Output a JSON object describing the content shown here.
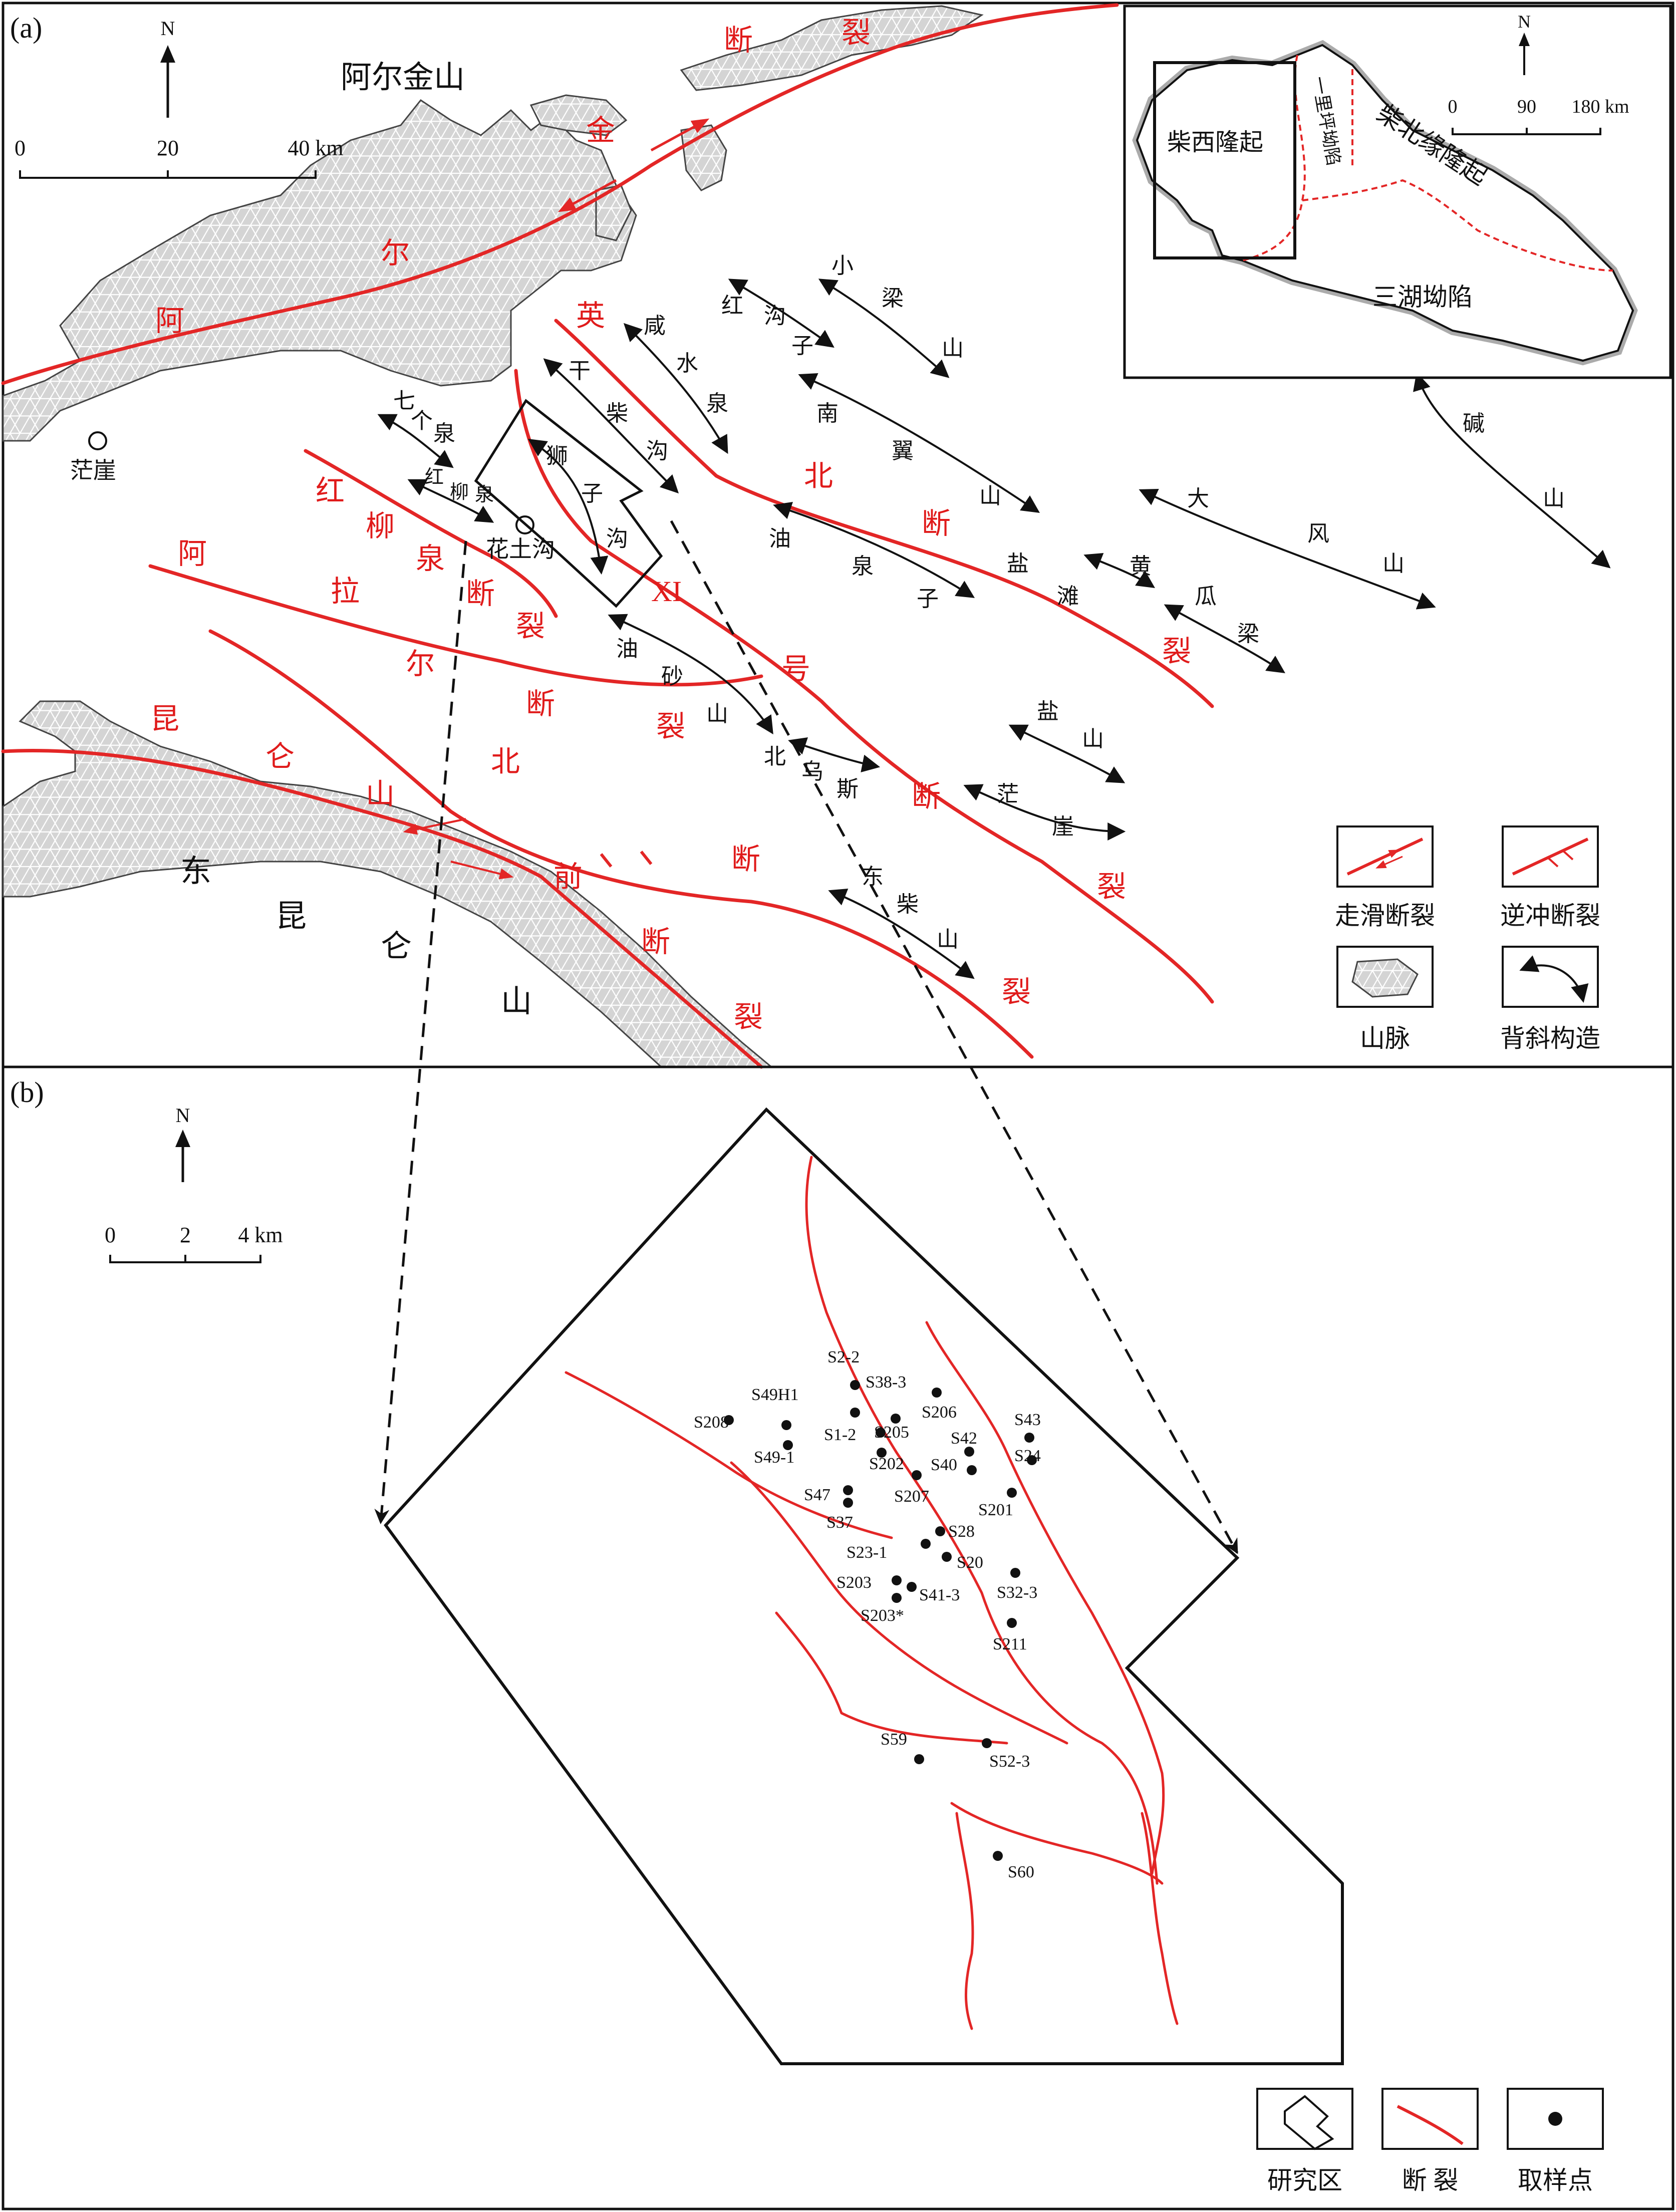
{
  "panel_a": {
    "label": "(a)",
    "north": "N",
    "scale": {
      "ticks": [
        "0",
        "20",
        "40 km"
      ]
    },
    "place_names": {
      "aerjin_shan": "阿尔金山",
      "mangya": "茫崖",
      "huatugou": "花土沟",
      "east_kunlun": [
        "东",
        "昆",
        "仑",
        "山"
      ]
    },
    "faults": {
      "aerjin": [
        "阿",
        "尔",
        "金",
        "断",
        "裂"
      ],
      "ying_north": [
        "英",
        "北",
        "断",
        "裂"
      ],
      "honglq": [
        "红",
        "柳",
        "泉",
        "断",
        "裂"
      ],
      "alaer": [
        "阿",
        "拉",
        "尔",
        "断",
        "裂"
      ],
      "xi": [
        "XI",
        "号",
        "断",
        "裂"
      ],
      "kunbei": [
        "昆",
        "仑",
        "北",
        "断",
        "裂"
      ],
      "kunlun_front": [
        "山",
        "前",
        "断",
        "裂"
      ]
    },
    "anticlines": [
      {
        "chars": [
          "七",
          "个",
          "泉"
        ]
      },
      {
        "chars": [
          "红",
          "柳",
          "泉"
        ]
      },
      {
        "chars": [
          "干",
          "柴",
          "沟"
        ]
      },
      {
        "chars": [
          "狮",
          "子",
          "沟"
        ]
      },
      {
        "chars": [
          "咸",
          "水",
          "泉"
        ]
      },
      {
        "chars": [
          "红",
          "沟",
          "子"
        ]
      },
      {
        "chars": [
          "小",
          "梁",
          "山"
        ]
      },
      {
        "chars": [
          "南",
          "翼",
          "山"
        ]
      },
      {
        "chars": [
          "油",
          "泉",
          "子"
        ]
      },
      {
        "chars": [
          "盐",
          "滩"
        ]
      },
      {
        "chars": [
          "黄"
        ]
      },
      {
        "chars": [
          "瓜",
          "梁"
        ]
      },
      {
        "chars": [
          "大",
          "风",
          "山"
        ]
      },
      {
        "chars": [
          "碱",
          "山"
        ]
      },
      {
        "chars": [
          "油",
          "砂",
          "山"
        ]
      },
      {
        "chars": [
          "北",
          "乌",
          "斯"
        ]
      },
      {
        "chars": [
          "盐",
          "山"
        ]
      },
      {
        "chars": [
          "茫",
          "崖"
        ]
      },
      {
        "chars": [
          "东",
          "柴",
          "山"
        ]
      }
    ],
    "legend": {
      "strike_slip": "走滑断裂",
      "thrust": "逆冲断裂",
      "mountain": "山脉",
      "anticline": "背斜构造"
    }
  },
  "inset": {
    "north": "N",
    "scale": {
      "ticks": [
        "0",
        "90",
        "180 km"
      ]
    },
    "units": {
      "chaixi": "柴西隆起",
      "yili": "一里坪坳陷",
      "chaibei": "柴北缘隆起",
      "sanhu": "三湖坳陷"
    }
  },
  "panel_b": {
    "label": "(b)",
    "north": "N",
    "scale": {
      "ticks": [
        "0",
        "2",
        "4 km"
      ]
    },
    "samples": [
      "S2-2",
      "S49H1",
      "S38-3",
      "S206",
      "S43",
      "S208",
      "S1-2",
      "S205",
      "S42",
      "S24",
      "S49-1",
      "S202",
      "S40",
      "S47",
      "S207",
      "S201",
      "S37",
      "S28",
      "S23-1",
      "S20",
      "S203",
      "S41-3",
      "S32-3",
      "S203*",
      "S211",
      "S59",
      "S52-3",
      "S60"
    ],
    "legend": {
      "study_area": "研究区",
      "fault": "断 裂",
      "sample": "取样点"
    }
  },
  "colors": {
    "fault": "#e32626",
    "ink": "#111111",
    "mountain_fill": "#d0d0d0"
  }
}
